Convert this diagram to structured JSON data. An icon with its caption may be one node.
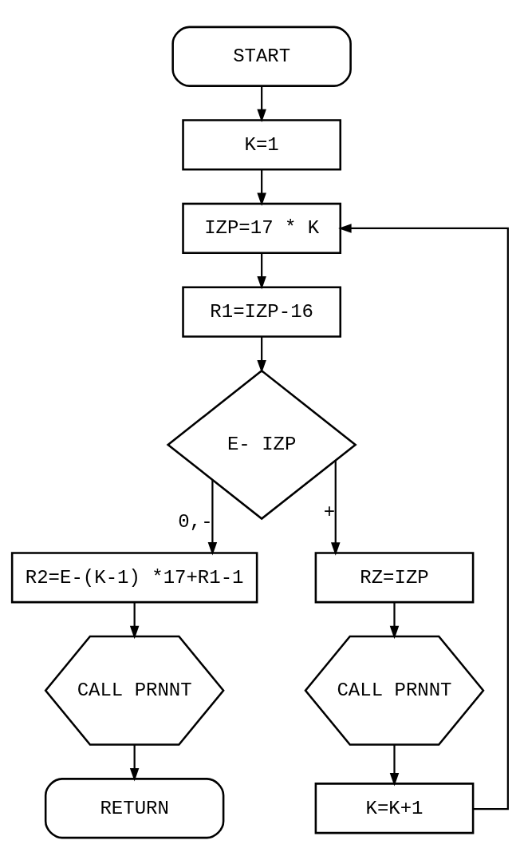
{
  "diagram": {
    "nodes": [
      {
        "text": [
          "START"
        ]
      },
      {
        "text": [
          "K=1"
        ]
      },
      {
        "text": [
          "IZP=17 * K"
        ]
      },
      {
        "text": [
          "R1=IZP-16"
        ]
      },
      {
        "text": [
          "E- IZP"
        ]
      },
      {
        "text": [
          "R2=E-(K-1) *17+R1-1"
        ]
      },
      {
        "text": [
          "CALL PRNNT"
        ]
      },
      {
        "text": [
          "RETURN"
        ]
      },
      {
        "text": [
          "RZ=IZP"
        ]
      },
      {
        "text": [
          "CALL PRNNT"
        ]
      },
      {
        "text": [
          "K=K+1"
        ]
      }
    ],
    "edges": [
      {
        "from": 0,
        "to": 1,
        "arrow": "to"
      },
      {
        "from": 1,
        "to": 2,
        "arrow": "to"
      },
      {
        "from": 2,
        "to": 3,
        "arrow": "to"
      },
      {
        "from": 3,
        "to": 4,
        "arrow": "to"
      },
      {
        "from": 4,
        "to": 5,
        "arrow": "to",
        "label": "0,-"
      },
      {
        "from": 5,
        "to": 6,
        "arrow": "to"
      },
      {
        "from": 6,
        "to": 7,
        "arrow": "to"
      },
      {
        "from": 4,
        "to": 8,
        "arrow": "to",
        "label": "+"
      },
      {
        "from": 8,
        "to": 9,
        "arrow": "to"
      },
      {
        "from": 9,
        "to": 10,
        "arrow": "to"
      },
      {
        "from": 10,
        "to": 2,
        "arrow": "to"
      }
    ]
  }
}
